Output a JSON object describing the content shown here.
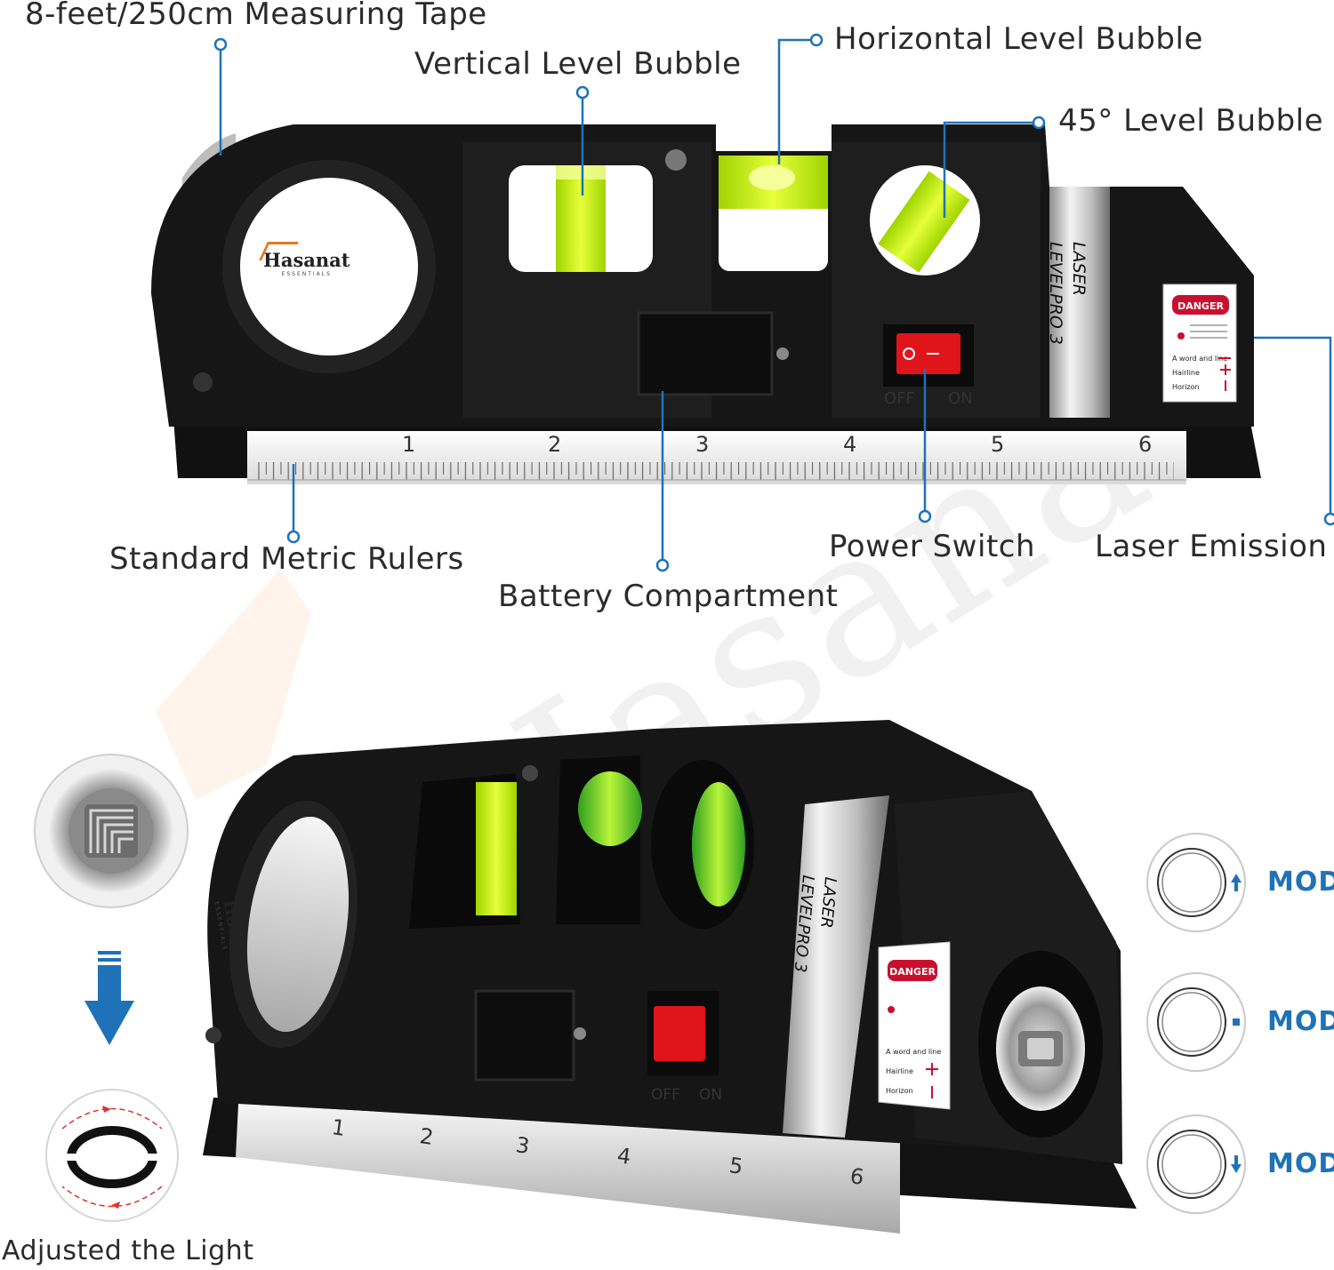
{
  "brand": {
    "name": "Hasanat",
    "tagline": "ESSENTIALS",
    "watermark": "Hasanat"
  },
  "callouts": {
    "measuring_tape": "8-feet/250cm Measuring Tape",
    "vertical_bubble": "Vertical Level Bubble",
    "horizontal_bubble": "Horizontal Level Bubble",
    "bubble_45": "45° Level Bubble",
    "metric_rulers": "Standard Metric Rulers",
    "battery": "Battery Compartment",
    "power_switch": "Power Switch",
    "laser_emission": "Laser Emission",
    "adjust_light": "Adjusted the Light"
  },
  "device": {
    "model_line1": "LASER",
    "model_line2": "LEVELPRO 3",
    "switch_off": "OFF",
    "switch_on": "ON",
    "danger": "DANGER",
    "warn_1": "A word and line",
    "warn_2": "Hairline",
    "warn_3": "Horizon"
  },
  "ruler_ticks": [
    "1",
    "2",
    "3",
    "4",
    "5",
    "6"
  ],
  "modes": [
    {
      "label": "MOD",
      "indicator": "arrow-up-icon"
    },
    {
      "label": "MOD",
      "indicator": "dot-icon"
    },
    {
      "label": "MOD",
      "indicator": "arrow-down-icon"
    }
  ],
  "colors": {
    "body": "#161616",
    "bubble": "#c8f000",
    "switch": "#e0141b",
    "accent_blue": "#1f72b8",
    "chrome": "#c9c9c9"
  }
}
